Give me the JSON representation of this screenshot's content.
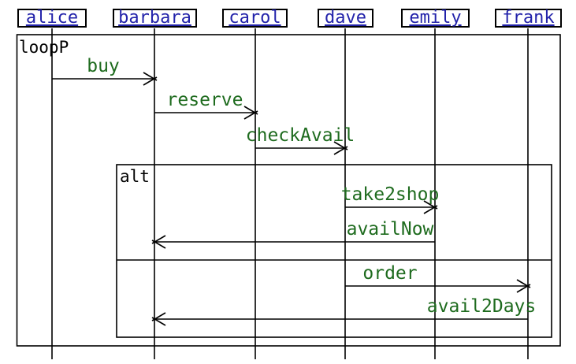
{
  "diagram": {
    "type": "uml-sequence-diagram",
    "actors": [
      {
        "name": "alice"
      },
      {
        "name": "barbara"
      },
      {
        "name": "carol"
      },
      {
        "name": "dave"
      },
      {
        "name": "emily"
      },
      {
        "name": "frank"
      }
    ],
    "frames": [
      {
        "operator": "loopP"
      },
      {
        "operator": "alt"
      }
    ],
    "messages": [
      {
        "label": "buy",
        "from": "alice",
        "to": "barbara"
      },
      {
        "label": "reserve",
        "from": "barbara",
        "to": "carol"
      },
      {
        "label": "checkAvail",
        "from": "carol",
        "to": "dave"
      },
      {
        "label": "take2shop",
        "from": "dave",
        "to": "emily",
        "frame_section": "alt-top"
      },
      {
        "label": "availNow",
        "from": "emily",
        "to": "barbara",
        "frame_section": "alt-top"
      },
      {
        "label": "order",
        "from": "dave",
        "to": "frank",
        "frame_section": "alt-bottom"
      },
      {
        "label": "avail2Days",
        "from": "frank",
        "to": "barbara",
        "frame_section": "alt-bottom"
      }
    ],
    "colors": {
      "actor_text": "#2222aa",
      "message_text": "#1e6b1e",
      "line": "#000000",
      "background": "#ffffff"
    }
  }
}
